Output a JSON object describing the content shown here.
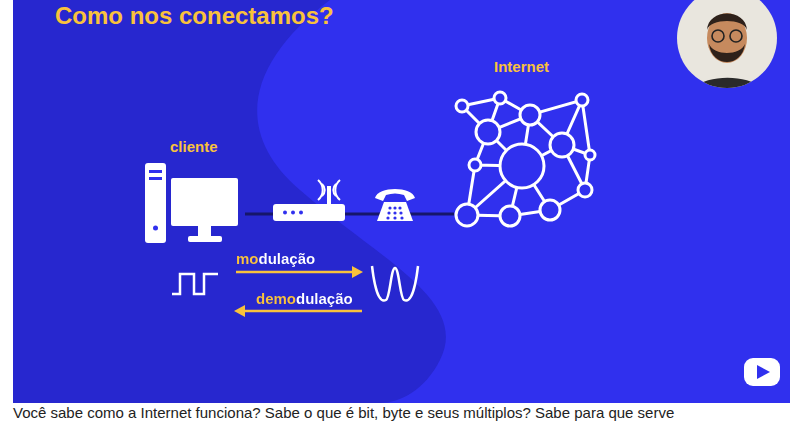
{
  "diagram": {
    "title": "Como nos conectamos?",
    "nodes": [
      {
        "text": [
          "cliente"
        ]
      },
      {
        "text": [
          "Internet"
        ]
      }
    ],
    "edges": [
      {
        "from": 0,
        "to": 1,
        "arrow": "none"
      }
    ],
    "labels": [
      "modulação",
      "demodulação",
      "Você sabe como a Internet funciona? Sabe o que é bit, byte e seus múltiplos? Sabe para que serve"
    ]
  }
}
